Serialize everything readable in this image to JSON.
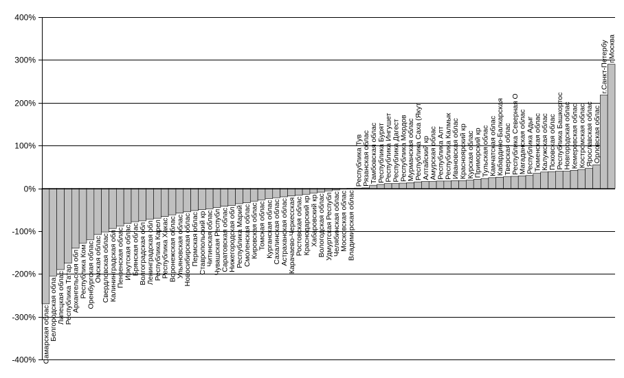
{
  "chart_data": {
    "type": "bar",
    "title": "",
    "xlabel": "",
    "ylabel": "",
    "ylim": [
      -400,
      400
    ],
    "yticks": [
      "400%",
      "300%",
      "200%",
      "100%",
      "0%",
      "-100%",
      "-200%",
      "-300%",
      "-400%"
    ],
    "ytick_values": [
      400,
      300,
      200,
      100,
      0,
      -100,
      -200,
      -300,
      -400
    ],
    "grid": true,
    "legend": "none",
    "bar_color": "#c0c0c0",
    "categories": [
      "Самарская облас",
      "Белгородская обла",
      "Липецкая облас",
      "Республика Татар",
      "Архангельская обл",
      "Республика Ком",
      "Оренбургская облас",
      "Омская облас",
      "Свердловская облас",
      "Калининградская обл",
      "Пензенская облас",
      "Иркутская облас",
      "Брянская облас",
      "Волгоградская обл",
      "Ленинградская обл",
      "Республика Карел",
      "Республика Хакас",
      "Воронежская облас",
      "Ульяновская облас",
      "Новосибирская облас",
      "Пермская облас",
      "Ставропольский кр",
      "Читинская облас",
      "Чувашская Республ",
      "Саратовская облас",
      "Нижегородская обл",
      "Республика Марий",
      "Смоленская облас",
      "Кировская облас",
      "Томская облас",
      "Курганская облас",
      "Сахалинская облас",
      "Астраханская облас",
      "Карачаево-Черкесская",
      "Ростовская облас",
      "Краснодарский кр",
      "Хабаровский кр",
      "Вологодская облас",
      "Удмуртская Республ",
      "Челябинская облас",
      "Московская облас",
      "Владимирская облас",
      "Республика Тув",
      "Рязанская облас",
      "Тамбовская облас",
      "Республика Бурят",
      "Республика Ингушет",
      "Республика Дагест",
      "Республика Мордов",
      "Мурманская облас",
      "Республика Саха (Якут",
      "Алтайский кр",
      "Амурская облас",
      "Республика Алт",
      "Республика Калмык",
      "Ивановская облас",
      "Красноярский кр",
      "Курская облас",
      "Приморский кр",
      "Тульская облас",
      "Камчатская облас",
      "Кабардино-Балкарская",
      "Тверская облас",
      "Республика Северная О",
      "Магаданская облас",
      "Республика Адыг",
      "Тюменская облас",
      "Калужская облас",
      "Псковская облас",
      "Республика Башкортос",
      "Новгородская облас",
      "Кемеровская облас",
      "Костромская облас",
      "Ярославская облас",
      "Орловская облас",
      "г.Санкт-Петербу",
      "г.Москва"
    ],
    "values": [
      -270,
      -205,
      -190,
      -175,
      -140,
      -128,
      -120,
      -108,
      -102,
      -94,
      -88,
      -82,
      -78,
      -76,
      -72,
      -70,
      -66,
      -62,
      -58,
      -55,
      -52,
      -50,
      -48,
      -45,
      -42,
      -40,
      -36,
      -34,
      -30,
      -27,
      -24,
      -22,
      -20,
      -18,
      -16,
      -14,
      -11,
      -9,
      -6,
      -4,
      -2,
      -1,
      0.5,
      1,
      7,
      9,
      11,
      11,
      12,
      13,
      15,
      16,
      16,
      17,
      17,
      18,
      18,
      19,
      21,
      23,
      25,
      26,
      27,
      28,
      29,
      30,
      35,
      38,
      39,
      40,
      40,
      42,
      44,
      47,
      55,
      218,
      290
    ]
  }
}
